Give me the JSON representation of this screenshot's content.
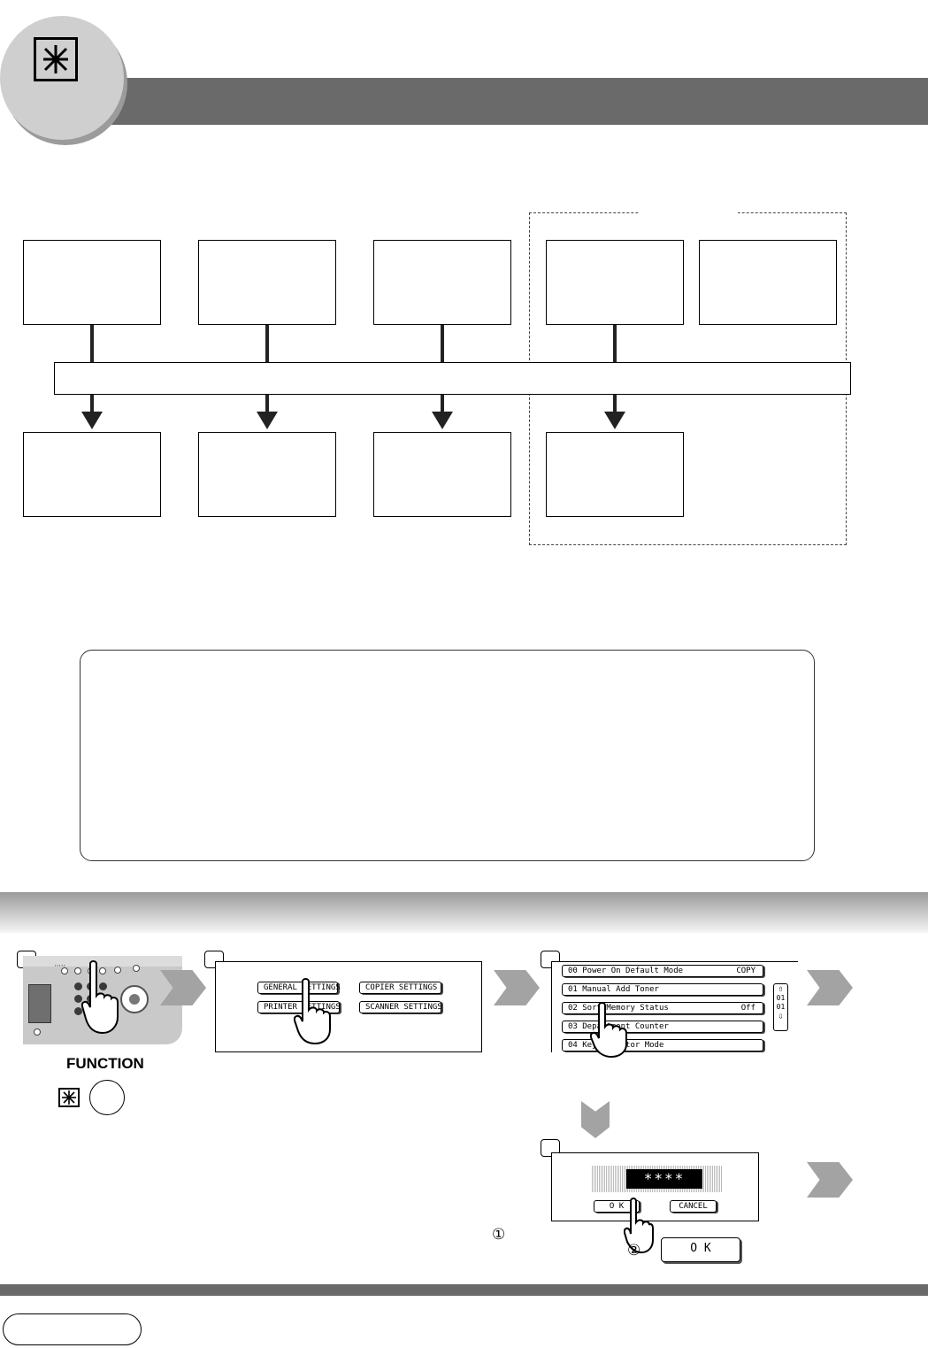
{
  "function_panel_label": "FUNCTION",
  "step1_screen": {
    "general_settings": "GENERAL SETTINGS",
    "copier_settings": "COPIER SETTINGS",
    "printer_settings": "PRINTER SETTINGS",
    "scanner_settings": "SCANNER SETTINGS"
  },
  "step2_screen": {
    "rows": [
      {
        "label": "00  Power On Default Mode",
        "value": "COPY"
      },
      {
        "label": "01  Manual Add Toner",
        "value": ""
      },
      {
        "label": "02  Sort Memory Status",
        "value": "Off"
      },
      {
        "label": "03  Department Counter",
        "value": ""
      },
      {
        "label": "04  Key Operator Mode",
        "value": ""
      }
    ],
    "page_current": "01",
    "page_total": "01"
  },
  "step3_screen": {
    "password_mask": "****",
    "ok_label": "O K",
    "cancel_label": "CANCEL"
  },
  "markers": {
    "one": "①",
    "two": "②"
  },
  "ok_button_large": "O K"
}
